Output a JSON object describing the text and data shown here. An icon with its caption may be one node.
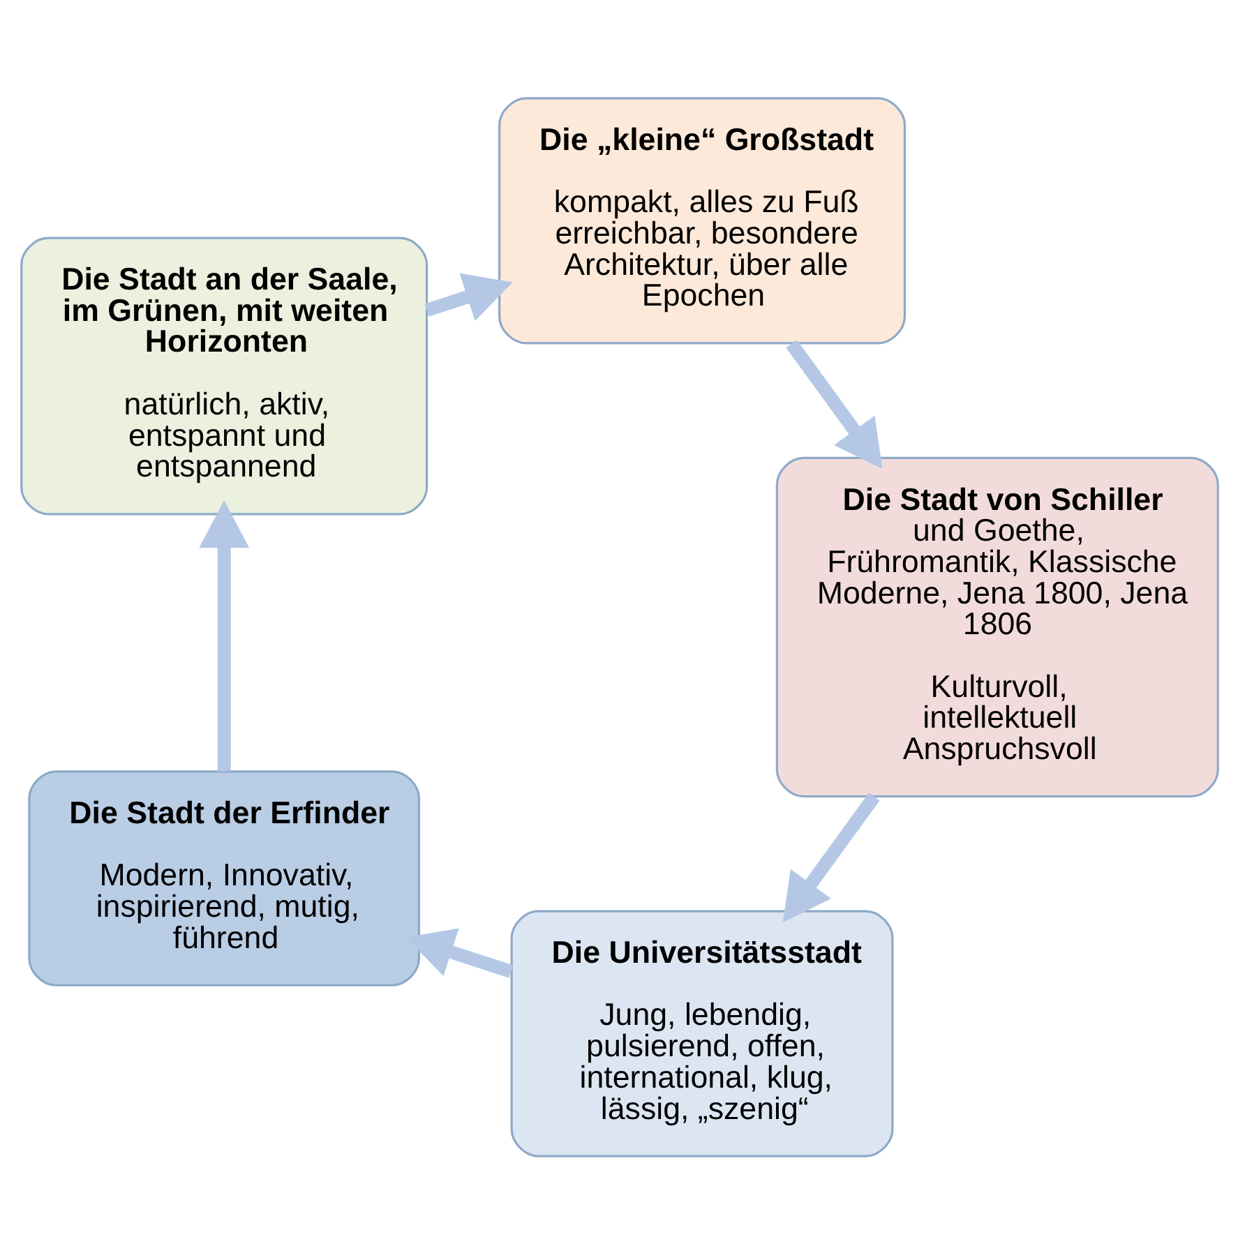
{
  "diagram": {
    "nodes": [
      {
        "text": [
          "Die Universitätsstadt",
          "Jung, lebendig, pulsierend, offen, international, klug, lässig, „szenig“"
        ]
      },
      {
        "text": [
          "Die Stadt der Erfinder",
          "Modern, Innovativ, inspirierend, mutig, führend"
        ]
      },
      {
        "text": [
          "Die Stadt an der Saale, im Grünen, mit weiten Horizonten",
          "natürlich, aktiv, entspannt und entspannend"
        ]
      },
      {
        "text": [
          "Die „kleine“ Großstadt",
          "kompakt, alles zu Fuß erreichbar, besondere Architektur, über alle Epochen"
        ]
      },
      {
        "text": [
          "**Die Stadt von Schiller** und Goethe, Frühromantik, Klassische Moderne, Jena 1800, Jena 1806",
          "Kulturvoll, intellektuell Anspruchsvoll"
        ]
      }
    ],
    "edges": [
      {
        "from": 0,
        "to": 1,
        "arrow": "to"
      },
      {
        "from": 1,
        "to": 2,
        "arrow": "to"
      },
      {
        "from": 2,
        "to": 3,
        "arrow": "to"
      },
      {
        "from": 3,
        "to": 4,
        "arrow": "to"
      },
      {
        "from": 4,
        "to": 0,
        "arrow": "to"
      }
    ]
  }
}
